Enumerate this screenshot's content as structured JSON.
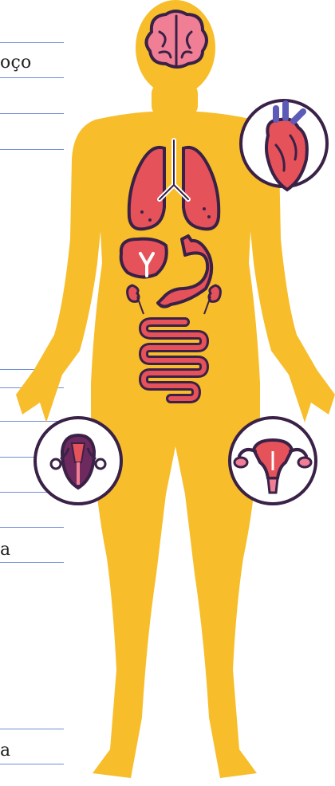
{
  "labels": {
    "neck": "oço",
    "label_a1": "a",
    "label_a2": "a"
  },
  "colors": {
    "body": "#f7bd2a",
    "organ": "#e5525a",
    "outline": "#3a2147",
    "line": "#6f8fd6",
    "circle_fill": "#ffffff"
  },
  "organs": [
    "brain-icon",
    "heart-icon",
    "lungs-icon",
    "liver-icon",
    "stomach-icon",
    "kidneys-icon",
    "intestine-icon",
    "prostate-icon",
    "uterus-icon"
  ]
}
